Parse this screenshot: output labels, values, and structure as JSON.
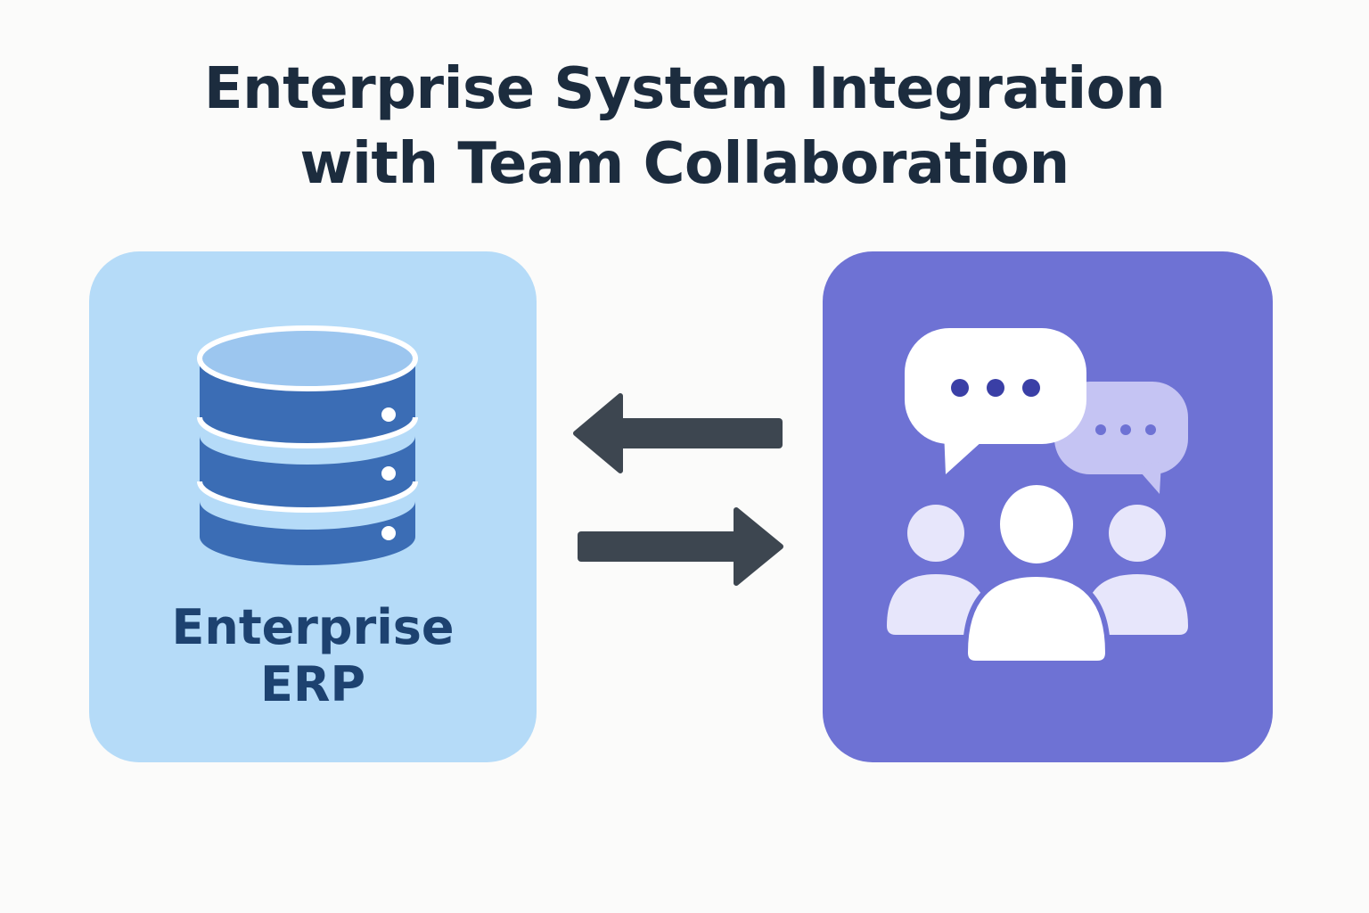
{
  "title": {
    "line1": "Enterprise System Integration",
    "line2": "with Team Collaboration"
  },
  "left_panel": {
    "label_line1": "Enterprise",
    "label_line2": "ERP",
    "icon": "database-icon",
    "color": "#b5dbf8",
    "icon_color": "#3b6db5"
  },
  "right_panel": {
    "icon": "team-chat-icon",
    "color": "#6e72d4"
  },
  "connectors": {
    "top_arrow": "arrow-left-icon",
    "bottom_arrow": "arrow-right-icon",
    "color": "#3d4650"
  }
}
